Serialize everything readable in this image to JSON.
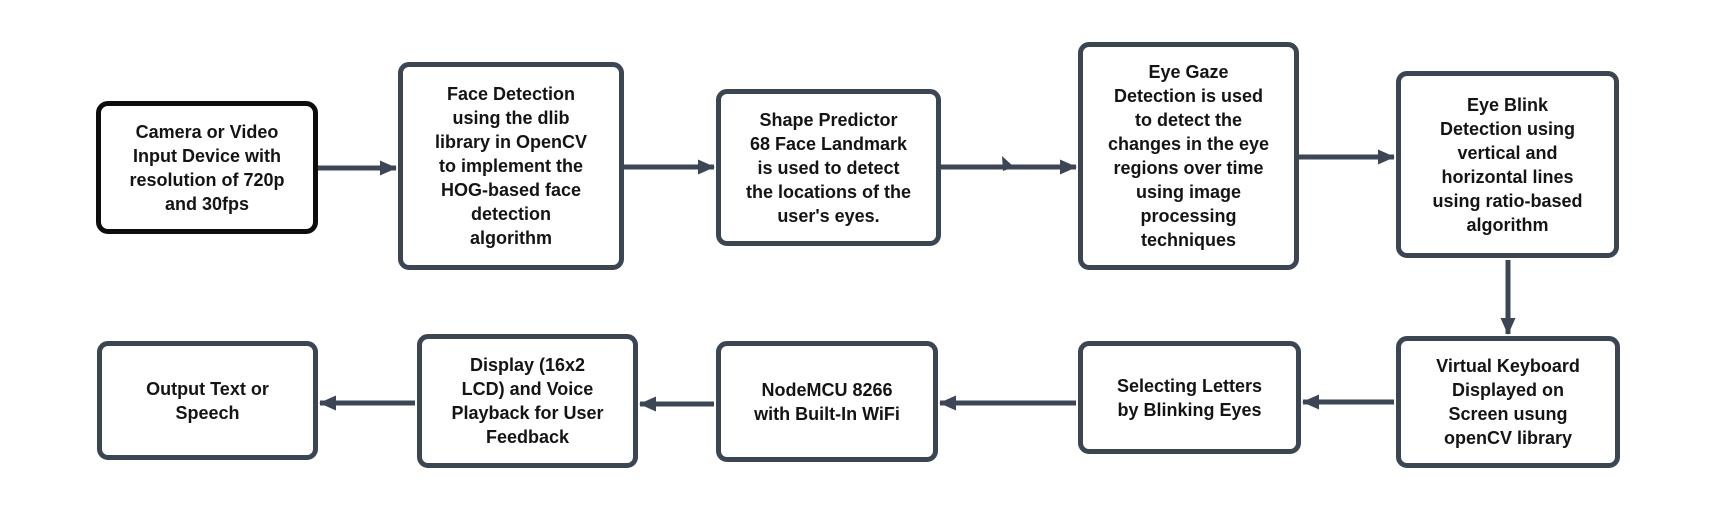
{
  "diagram": {
    "type": "flowchart",
    "background": "#ffffff",
    "colors": {
      "node_border": "#3c4653",
      "start_node_border": "#0d0d0d",
      "node_fill": "#ffffff",
      "arrow": "#3d4654",
      "text": "#141414"
    },
    "nodes": [
      {
        "id": "camera",
        "label": "Camera or Video\nInput Device with\nresolution of 720p\nand 30fps"
      },
      {
        "id": "face-detection",
        "label": "Face Detection\nusing the dlib\nlibrary in OpenCV\nto implement the\nHOG-based face\ndetection\nalgorithm"
      },
      {
        "id": "shape-predictor",
        "label": "Shape Predictor\n68 Face Landmark\nis used to detect\nthe locations of the\nuser's eyes."
      },
      {
        "id": "eye-gaze",
        "label": "Eye Gaze\nDetection is used\nto detect the\nchanges in the eye\nregions over time\nusing image\nprocessing\ntechniques"
      },
      {
        "id": "eye-blink",
        "label": "Eye Blink\nDetection using\nvertical and\nhorizontal lines\nusing ratio-based\nalgorithm"
      },
      {
        "id": "virtual-keyboard",
        "label": "Virtual Keyboard\nDisplayed on\nScreen usung\nopenCV library"
      },
      {
        "id": "selecting-letters",
        "label": "Selecting Letters\nby Blinking Eyes"
      },
      {
        "id": "nodemcu",
        "label": "NodeMCU 8266\nwith Built-In WiFi"
      },
      {
        "id": "display-voice",
        "label": "Display (16x2\nLCD) and Voice\nPlayback for User\nFeedback"
      },
      {
        "id": "output",
        "label": "Output Text or\nSpeech"
      }
    ],
    "connections": [
      {
        "from": "camera",
        "to": "face-detection",
        "direction": "right"
      },
      {
        "from": "face-detection",
        "to": "shape-predictor",
        "direction": "right"
      },
      {
        "from": "shape-predictor",
        "to": "eye-gaze",
        "direction": "right"
      },
      {
        "from": "eye-gaze",
        "to": "eye-blink",
        "direction": "right"
      },
      {
        "from": "eye-blink",
        "to": "virtual-keyboard",
        "direction": "down"
      },
      {
        "from": "virtual-keyboard",
        "to": "selecting-letters",
        "direction": "left"
      },
      {
        "from": "selecting-letters",
        "to": "nodemcu",
        "direction": "left"
      },
      {
        "from": "nodemcu",
        "to": "display-voice",
        "direction": "left"
      },
      {
        "from": "display-voice",
        "to": "output",
        "direction": "left"
      }
    ]
  }
}
